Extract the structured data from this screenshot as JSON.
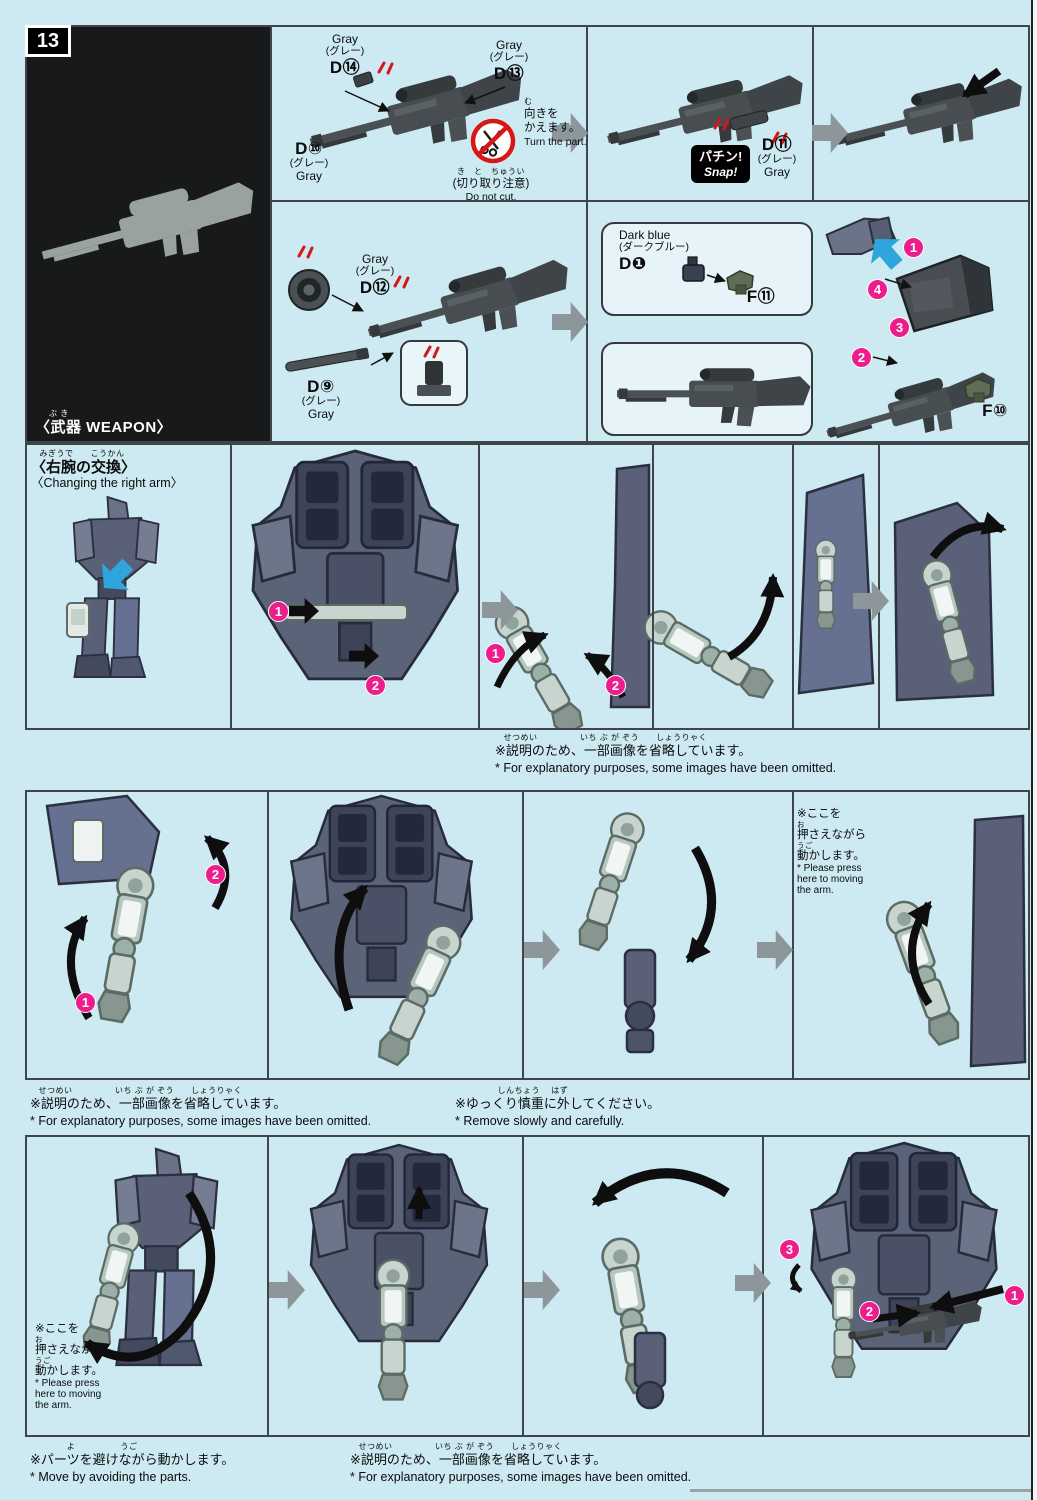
{
  "page": {
    "step_number": "13",
    "bg_color": "#cde9f2",
    "accent_pink": "#ee1d8c",
    "warning_red": "#d81616",
    "arrow_blue": "#2fa5dd"
  },
  "icons": {
    "no_cut": "scissors-prohibition-circle",
    "step_arrow": "gray-block-arrow-right",
    "insert_arrow": "blue-block-arrow",
    "rotate_arrow": "black-curved-arrow"
  },
  "weapon_section": {
    "caption_furigana": "ぶ き",
    "caption": "〈武器 WEAPON〉",
    "snap_jp": "パチン!",
    "snap_en": "Snap!",
    "turn_furigana": "む",
    "turn_jp_1": "向きを",
    "turn_jp_2": "かえます。",
    "turn_en": "Turn the part.",
    "no_cut_furigana": "き　と　ちゅうい",
    "no_cut_jp": "(切り取り注意)",
    "no_cut_en": "Do not cut."
  },
  "parts": {
    "d14_color_en": "Gray",
    "d14_color_jp": "(グレー)",
    "d14_code": "D⑭",
    "d13_color_en": "Gray",
    "d13_color_jp": "(グレー)",
    "d13_code": "D⑬",
    "d10_code": "D⑩",
    "d10_color_jp": "(グレー)",
    "d10_color_en": "Gray",
    "d11_code": "D⑪",
    "d11_color_jp": "(グレー)",
    "d11_color_en": "Gray",
    "d12_color_en": "Gray",
    "d12_color_jp": "(グレー)",
    "d12_code": "D⑫",
    "d9_code": "D⑨",
    "d9_color_jp": "(グレー)",
    "d9_color_en": "Gray",
    "d1_color_en": "Dark blue",
    "d1_color_jp": "(ダークブルー)",
    "d1_code": "D❶",
    "f11_code": "F⑪",
    "f10_code": "F⑩"
  },
  "step_numbers": {
    "n1": "1",
    "n2": "2",
    "n3": "3",
    "n4": "4"
  },
  "arm_change_section": {
    "title_furigana": "　みぎうで　　こうかん",
    "title_jp": "〈右腕の交換〉",
    "title_en": "〈Changing the right arm〉"
  },
  "notes": {
    "omitted_furigana": "　せつめい　　　　　いち ぶ が ぞう　　しょうりゃく",
    "omitted_jp": "※説明のため、一部画像を省略しています。",
    "omitted_en": "* For explanatory purposes, some images have been omitted.",
    "press_jp_1": "※ここを",
    "press_furigana_1": "お",
    "press_jp_2": "押さえながら",
    "press_furigana_2": "うご",
    "press_jp_3": "動かします。",
    "press_en_1": "* Please press",
    "press_en_2": "here to moving",
    "press_en_3": "the arm.",
    "careful_furigana": "　　　　　しんちょう　 はず",
    "careful_jp": "※ゆっくり慎重に外してください。",
    "careful_en": "* Remove slowly and carefully.",
    "avoid_furigana": "　　　　 よ　　　　　 うご",
    "avoid_jp": "※パーツを避けながら動かします。",
    "avoid_en": "* Move by avoiding the parts."
  }
}
